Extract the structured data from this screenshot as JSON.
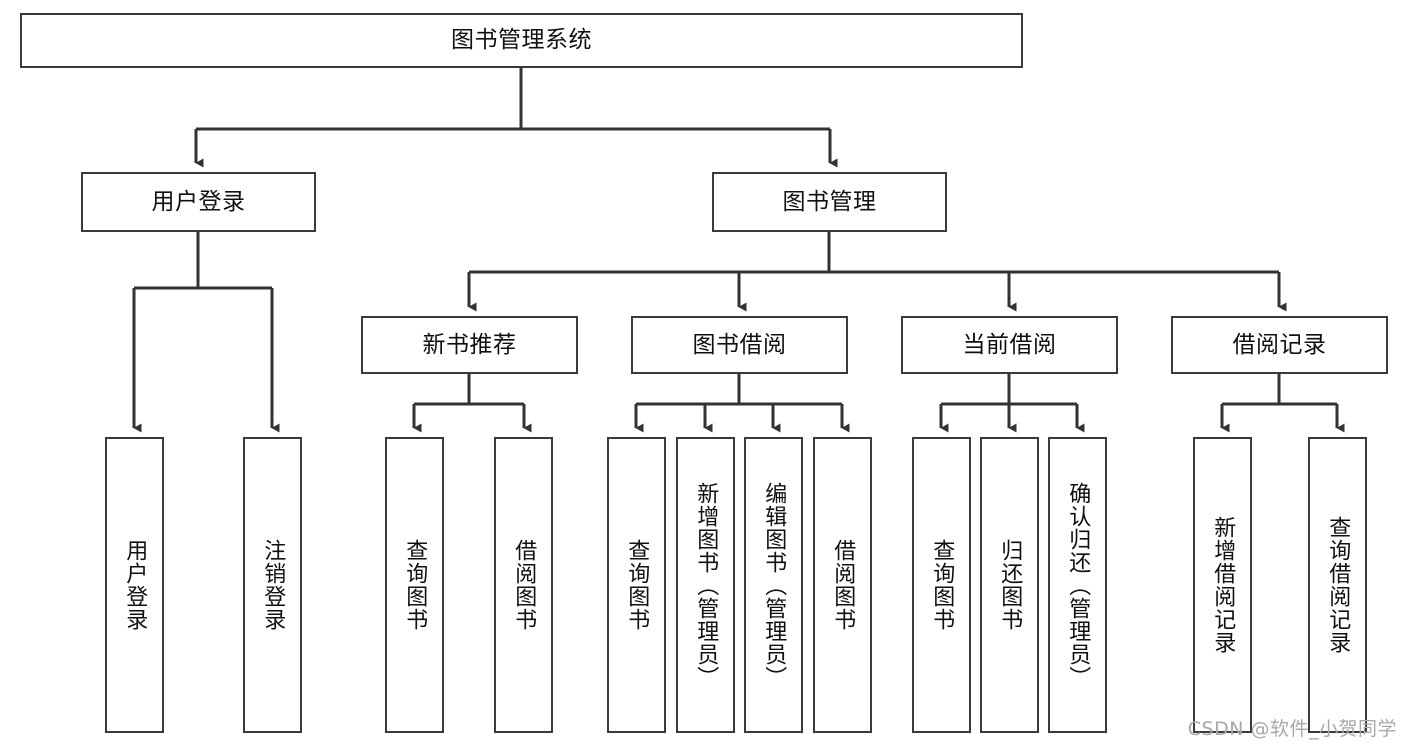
{
  "diagram": {
    "title": "图书管理系统",
    "root": {
      "id": "root",
      "label": "图书管理系统"
    },
    "level2": [
      {
        "id": "user-login",
        "label": "用户登录"
      },
      {
        "id": "book-manage",
        "label": "图书管理"
      }
    ],
    "level3": [
      {
        "id": "new-book-recommend",
        "label": "新书推荐"
      },
      {
        "id": "book-borrow",
        "label": "图书借阅"
      },
      {
        "id": "current-borrow",
        "label": "当前借阅"
      },
      {
        "id": "borrow-record",
        "label": "借阅记录"
      }
    ],
    "leaves": {
      "user_login": [
        {
          "id": "leaf-user-login",
          "label": "用户登录"
        },
        {
          "id": "leaf-logout-login",
          "label": "注销登录"
        }
      ],
      "new_book_recommend": [
        {
          "id": "leaf-query-book-1",
          "label": "查询图书"
        },
        {
          "id": "leaf-borrow-book-1",
          "label": "借阅图书"
        }
      ],
      "book_borrow": [
        {
          "id": "leaf-query-book-2",
          "label": "查询图书"
        },
        {
          "id": "leaf-add-book",
          "label": "新增图书（管理员）"
        },
        {
          "id": "leaf-edit-book",
          "label": "编辑图书（管理员）"
        },
        {
          "id": "leaf-borrow-book-2",
          "label": "借阅图书"
        }
      ],
      "current_borrow": [
        {
          "id": "leaf-query-book-3",
          "label": "查询图书"
        },
        {
          "id": "leaf-return-book",
          "label": "归还图书"
        },
        {
          "id": "leaf-confirm-return",
          "label": "确认归还（管理员）"
        }
      ],
      "borrow_record": [
        {
          "id": "leaf-add-record",
          "label": "新增借阅记录"
        },
        {
          "id": "leaf-query-record",
          "label": "查询借阅记录"
        }
      ]
    }
  },
  "watermark": {
    "text": "CSDN @软件_小贺同学"
  },
  "colors": {
    "box_border": "#3a3a3a",
    "line": "#333333",
    "background": "#ffffff",
    "text": "#101010",
    "watermark": "#a8a8a8"
  }
}
